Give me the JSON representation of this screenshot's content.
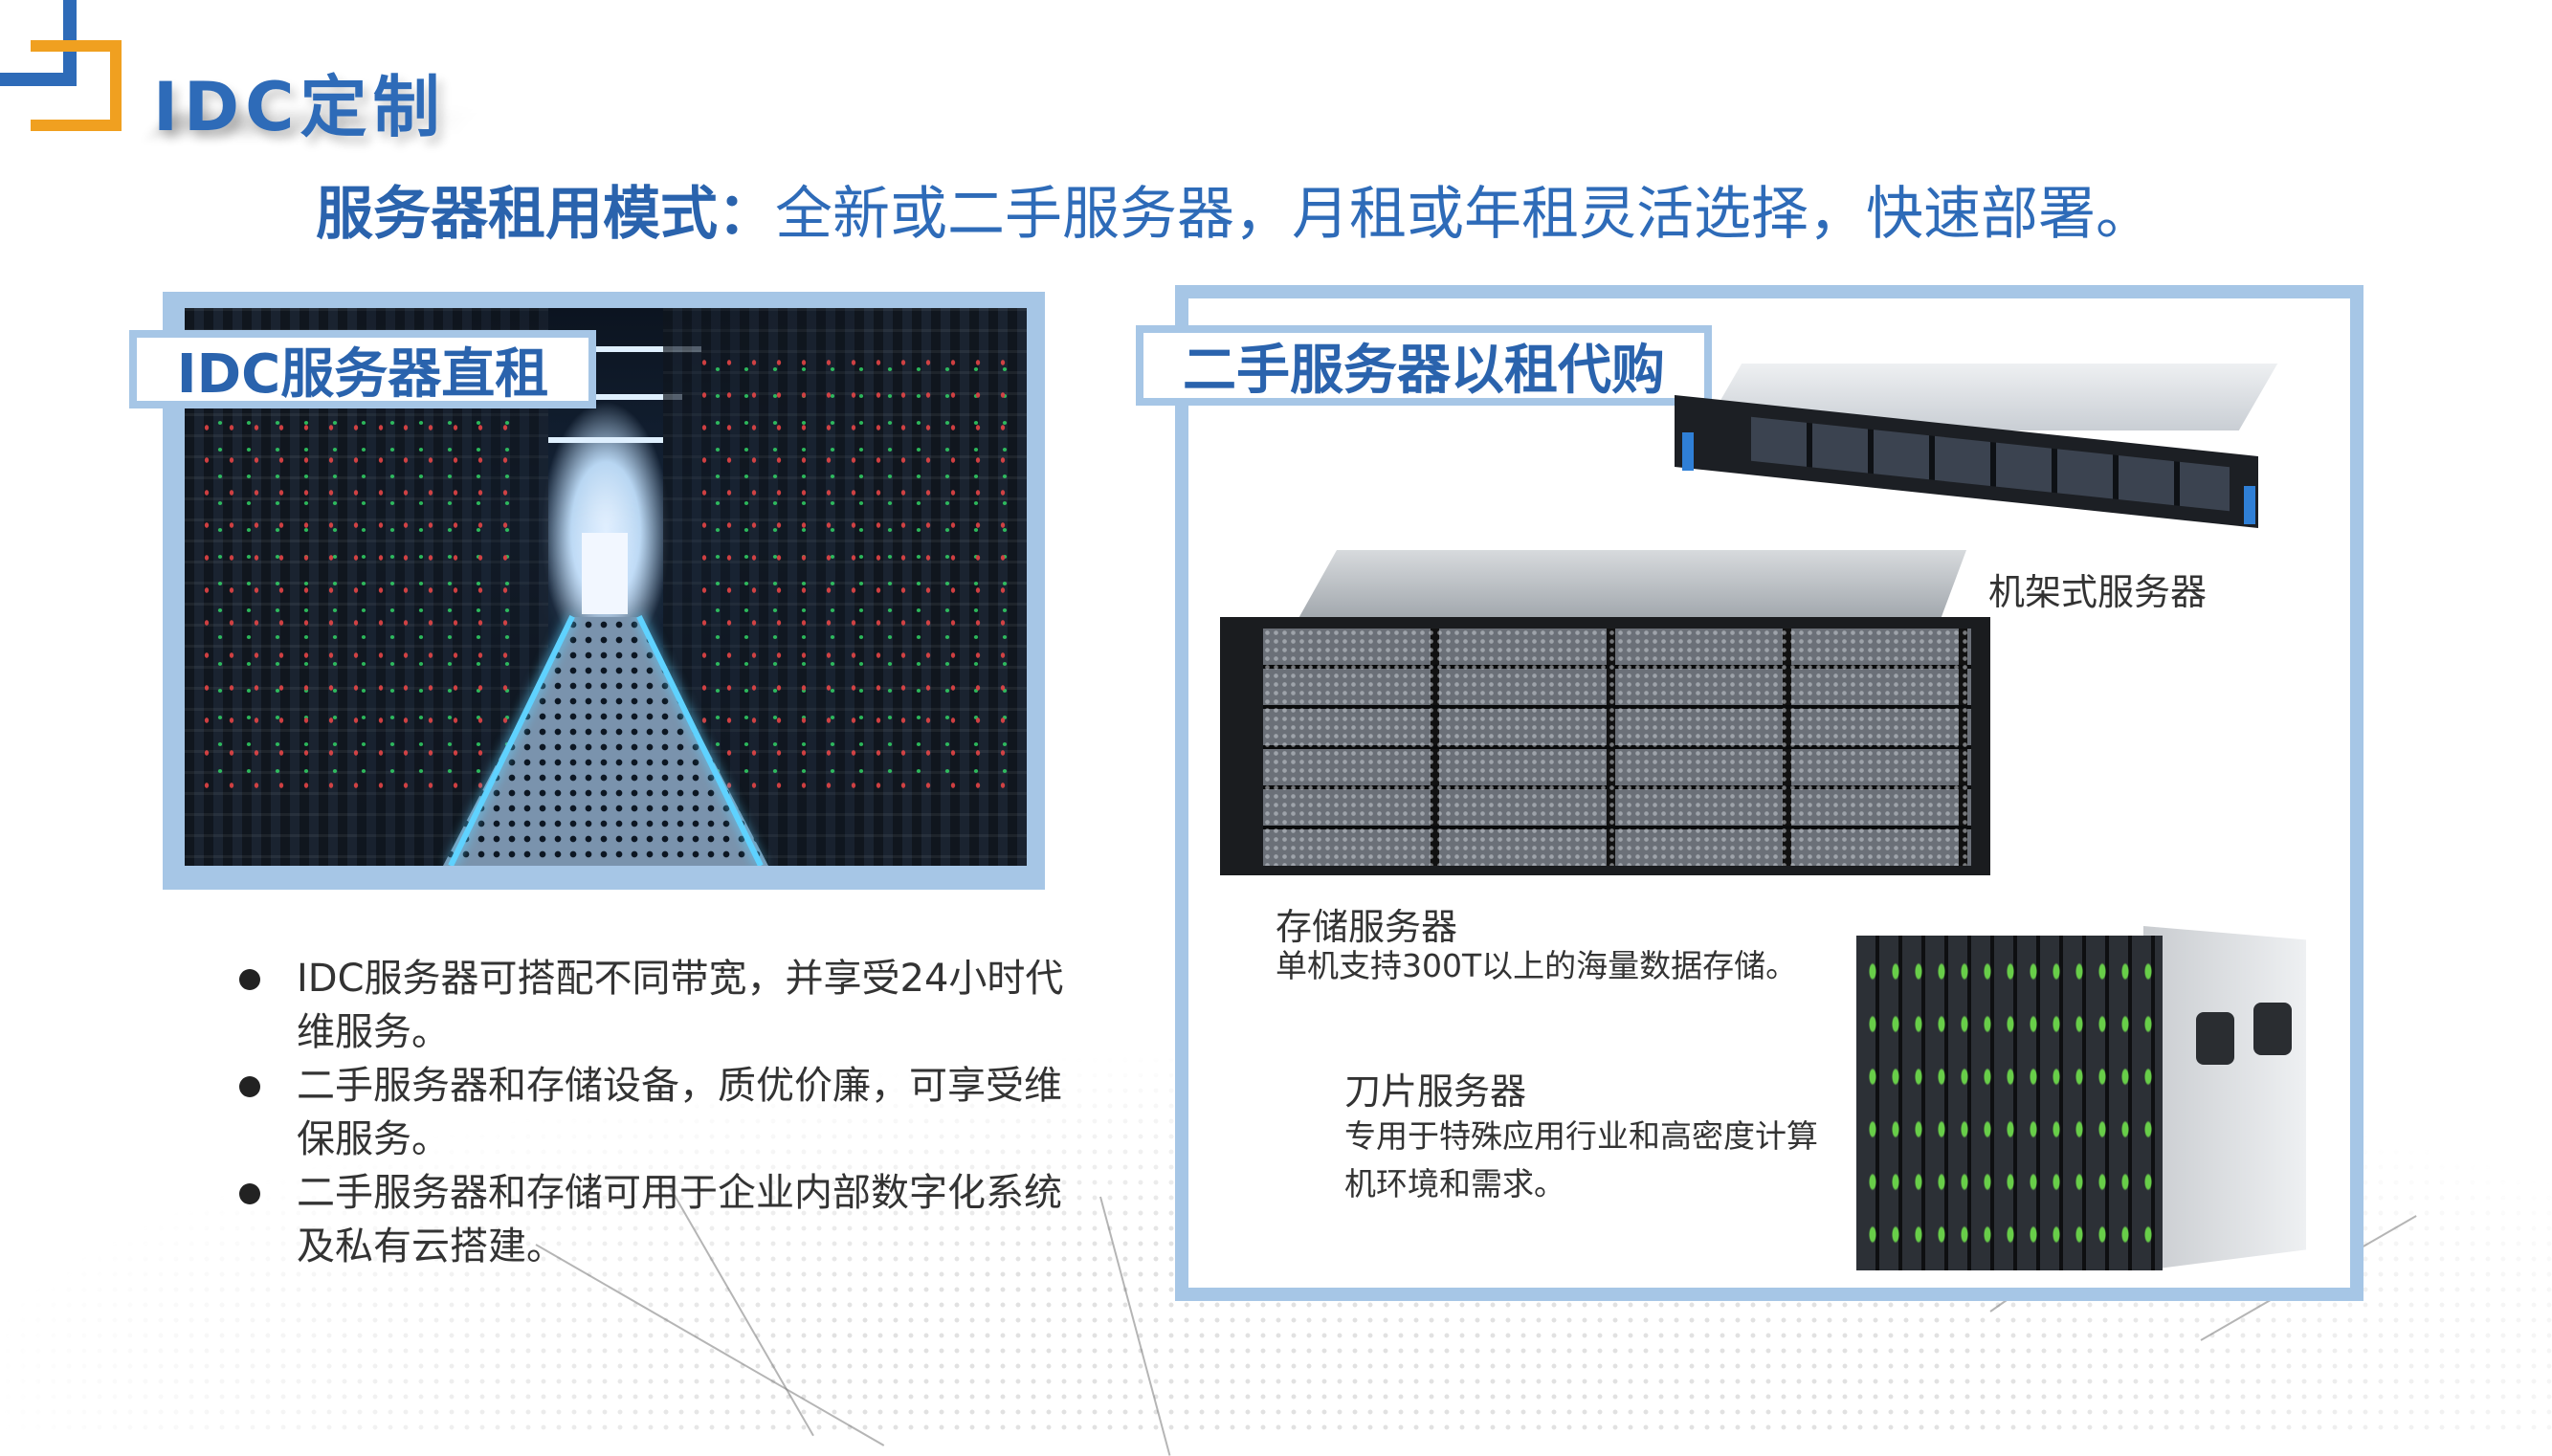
{
  "header": {
    "title": "IDC定制",
    "headline_bold": "服务器租用模式：",
    "headline_rest": "全新或二手服务器，月租或年租灵活选择，快速部署。"
  },
  "left_panel": {
    "label": "IDC服务器直租",
    "image_desc_icon": "data-center-photo"
  },
  "bullets": [
    "IDC服务器可搭配不同带宽，并享受24小时代维服务。",
    "二手服务器和存储设备，质优价廉，可享受维保服务。",
    "二手服务器和存储可用于企业内部数字化系统及私有云搭建。"
  ],
  "right_panel": {
    "label": "二手服务器以租代购",
    "rack_server": {
      "title": "机架式服务器"
    },
    "storage_server": {
      "title": "存储服务器",
      "desc": "单机支持300T以上的海量数据存储。"
    },
    "blade_server": {
      "title": "刀片服务器",
      "desc_line1": "专用于特殊应用行业和高密度计算",
      "desc_line2": "机环境和需求。"
    }
  },
  "colors": {
    "brand_blue": "#2e6bb8",
    "accent_orange": "#f0a020",
    "frame_blue": "#a6c6e6"
  }
}
